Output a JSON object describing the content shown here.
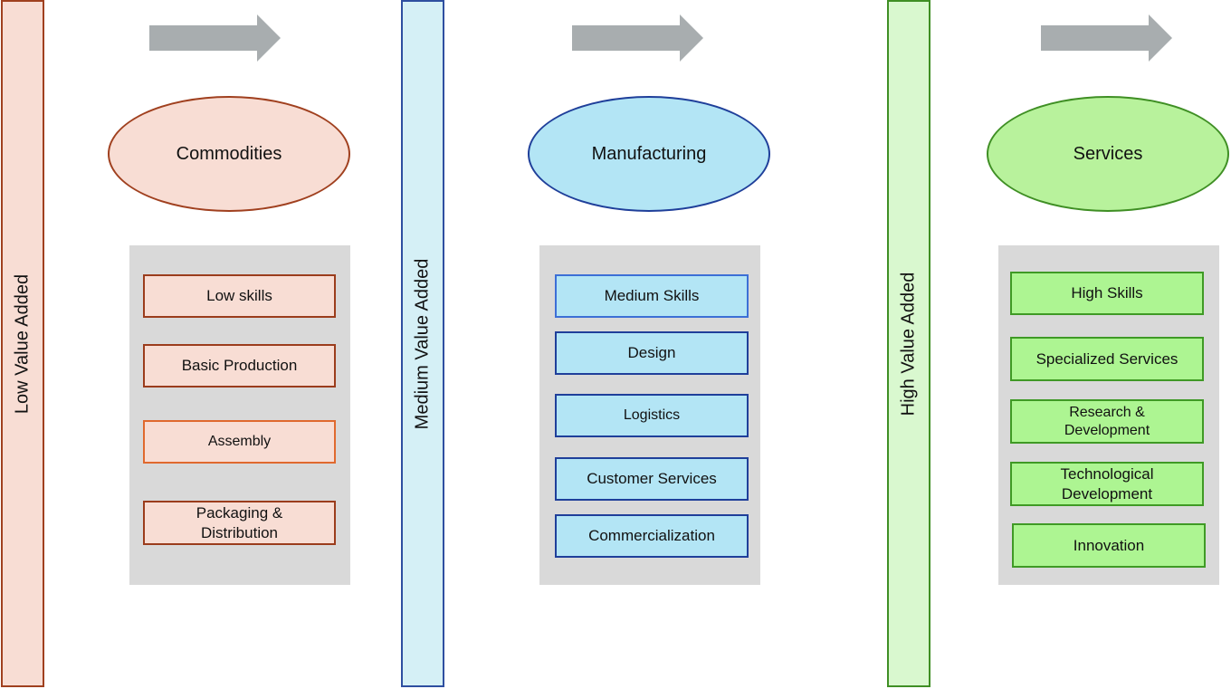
{
  "colors": {
    "arrow": "#a8adaf",
    "low_fill": "#f8ddd4",
    "low_border": "#a0401f",
    "medium_fill": "#b3e5f5",
    "medium_border": "#1f3f9a",
    "high_fill": "#b8f29c",
    "high_border": "#3f8f24",
    "panel_bg": "#d9d9d9"
  },
  "columns": [
    {
      "bar_label": "Low Value Added",
      "category": "Commodities",
      "items": [
        "Low skills",
        "Basic Production",
        "Assembly",
        "Packaging & Distribution"
      ]
    },
    {
      "bar_label": "Medium Value Added",
      "category": "Manufacturing",
      "items": [
        "Medium Skills",
        "Design",
        "Logistics",
        "Customer Services",
        "Commercialization"
      ]
    },
    {
      "bar_label": "High Value Added",
      "category": "Services",
      "items": [
        "High Skills",
        "Specialized Services",
        "Research & Development",
        "Technological Development",
        "Innovation"
      ]
    }
  ]
}
